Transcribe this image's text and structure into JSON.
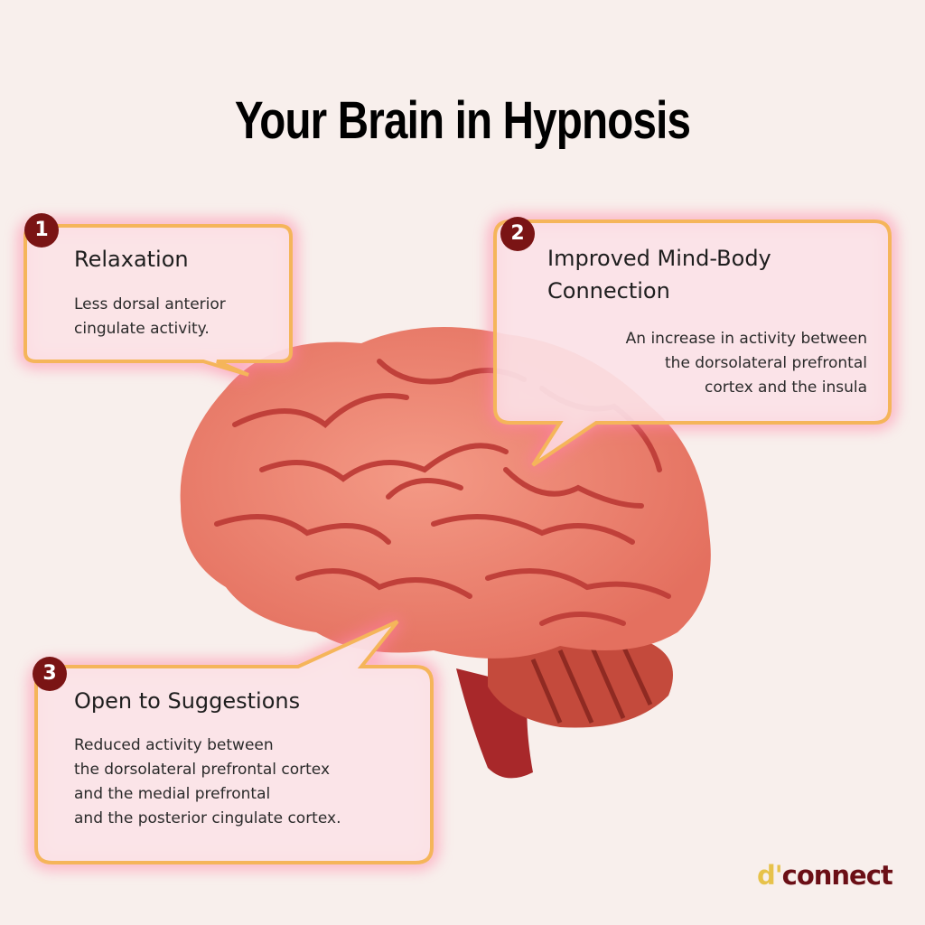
{
  "title": "Your Brain in Hypnosis",
  "cards": [
    {
      "number": "1",
      "heading": "Relaxation",
      "lines": [
        "Less dorsal anterior",
        "cingulate activity."
      ]
    },
    {
      "number": "2",
      "heading_lines": [
        "Improved Mind-Body",
        "Connection"
      ],
      "lines": [
        "An increase in activity between",
        "the dorsolateral prefrontal",
        "cortex and the insula"
      ]
    },
    {
      "number": "3",
      "heading": "Open to Suggestions",
      "lines": [
        "Reduced activity between",
        "the dorsolateral prefrontal cortex",
        "and the medial prefrontal",
        "and the posterior cingulate cortex."
      ]
    }
  ],
  "logo": {
    "prefix": "d'",
    "rest": "connect"
  },
  "colors": {
    "background": "#f8efec",
    "badge": "#7a1414",
    "border": "#f5b55a",
    "brain": "#ef8a78",
    "brain_dark": "#c94a45"
  }
}
